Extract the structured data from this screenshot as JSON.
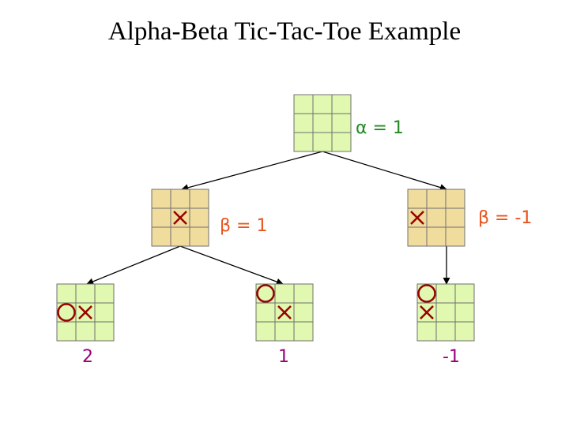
{
  "title": "Alpha-Beta Tic-Tac-Toe Example",
  "labels": {
    "root": "α = 1",
    "left": "β = 1",
    "right": "β = -1",
    "leaf1": "2",
    "leaf2": "1",
    "leaf3": "-1"
  },
  "nodes": [
    {
      "id": "root",
      "fill": "#e0f8b0",
      "cells": [
        "",
        "",
        "",
        "",
        "",
        "",
        "",
        "",
        ""
      ]
    },
    {
      "id": "left",
      "fill": "#f0dc9c",
      "cells": [
        "",
        "",
        "",
        "",
        "X",
        "",
        "",
        "",
        ""
      ]
    },
    {
      "id": "right",
      "fill": "#f0dc9c",
      "cells": [
        "",
        "",
        "",
        "X",
        "",
        "",
        "",
        "",
        ""
      ]
    },
    {
      "id": "leaf1",
      "fill": "#e0f8b0",
      "cells": [
        "",
        "",
        "",
        "O",
        "X",
        "",
        "",
        "",
        ""
      ]
    },
    {
      "id": "leaf2",
      "fill": "#e0f8b0",
      "cells": [
        "O",
        "",
        "",
        "",
        "X",
        "",
        "",
        "",
        ""
      ]
    },
    {
      "id": "leaf3",
      "fill": "#e0f8b0",
      "cells": [
        "O",
        "",
        "",
        "X",
        "",
        "",
        "",
        "",
        ""
      ]
    }
  ],
  "edges": [
    [
      "root",
      "left"
    ],
    [
      "root",
      "right"
    ],
    [
      "left",
      "leaf1"
    ],
    [
      "left",
      "leaf2"
    ],
    [
      "right",
      "leaf3"
    ]
  ],
  "colors": {
    "x_mark": "#990000",
    "o_mark": "#990000",
    "grid": "#707070",
    "edge": "#000000"
  }
}
